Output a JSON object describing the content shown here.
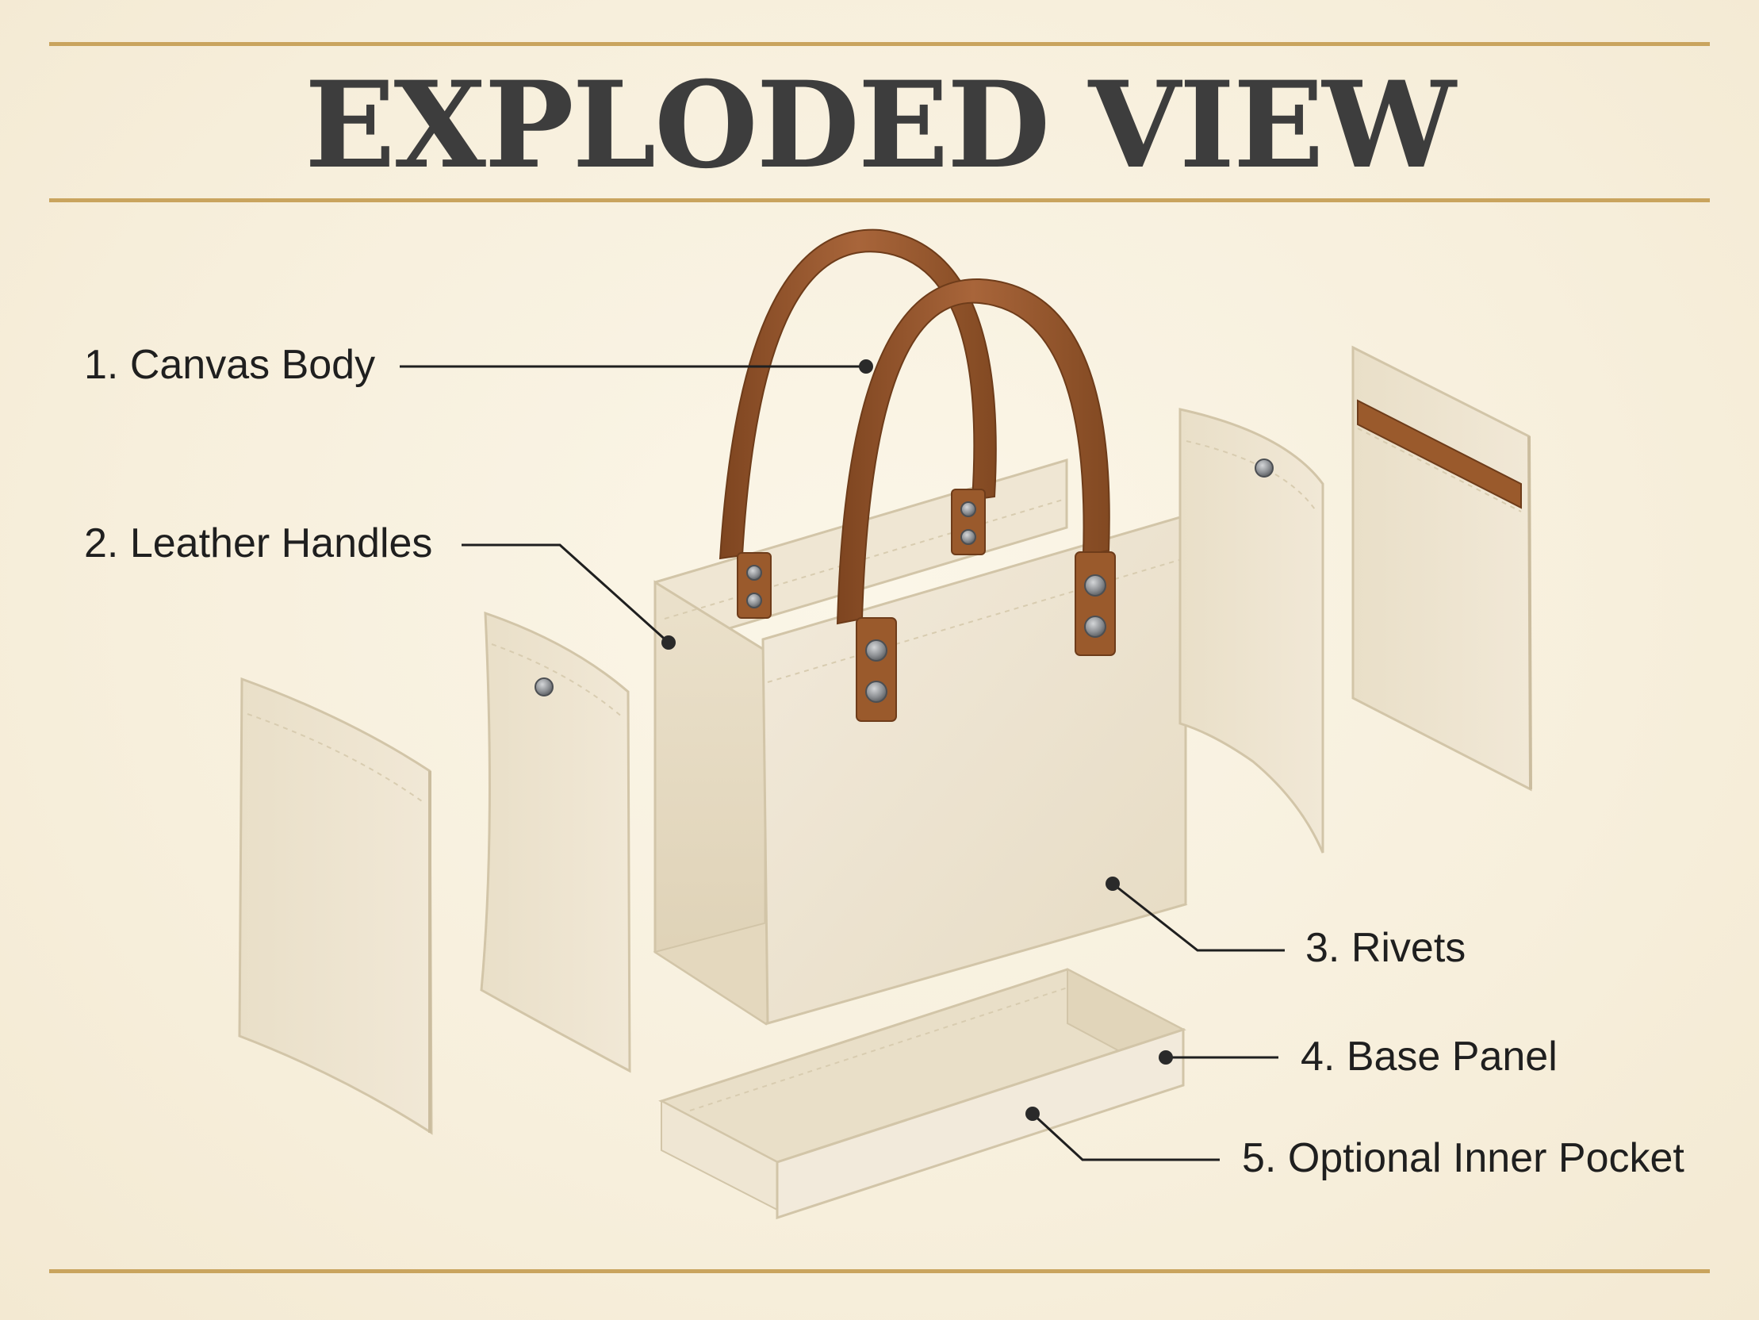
{
  "title": "EXPLODED VIEW",
  "callouts": [
    {
      "label": "1. Canvas Body"
    },
    {
      "label": "2. Leather Handles"
    },
    {
      "label": "3. Rivets"
    },
    {
      "label": "4. Base Panel"
    },
    {
      "label": "5. Optional Inner Pocket"
    }
  ],
  "colors": {
    "background": "#f8f1df",
    "rule": "#c9a45e",
    "title": "#3d3d3d",
    "canvas": "#ede3cf",
    "leather": "#9a5a2c",
    "rivet": "#8c8f93",
    "leader_line": "#1f1f1f"
  }
}
